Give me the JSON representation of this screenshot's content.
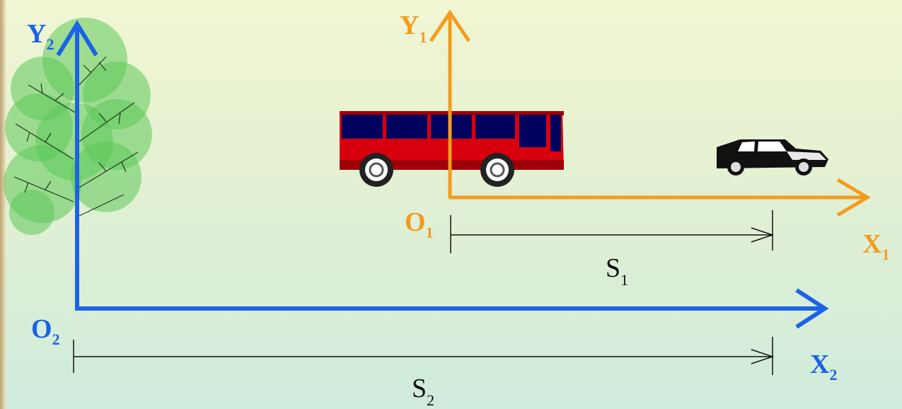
{
  "colors": {
    "frame_s": "#f39c1e",
    "frame_g": "#1b63e6",
    "tree": "#5cc95a",
    "bus_body": "#d9000d",
    "bus_window": "#00005e",
    "car": "#111111",
    "measure": "#111111"
  },
  "moving_frame": {
    "y_axis": {
      "letter": "Y",
      "sub": "1"
    },
    "x_axis": {
      "letter": "X",
      "sub": "1"
    },
    "origin": {
      "letter": "O",
      "sub": "1"
    }
  },
  "ground_frame": {
    "y_axis": {
      "letter": "Y",
      "sub": "2"
    },
    "x_axis": {
      "letter": "X",
      "sub": "2"
    },
    "origin": {
      "letter": "O",
      "sub": "2"
    }
  },
  "measures": {
    "s1": {
      "letter": "S",
      "sub": "1"
    },
    "s2": {
      "letter": "S",
      "sub": "2"
    }
  },
  "icons": {
    "tree": "tree-icon",
    "bus": "bus-icon",
    "car": "car-icon"
  }
}
